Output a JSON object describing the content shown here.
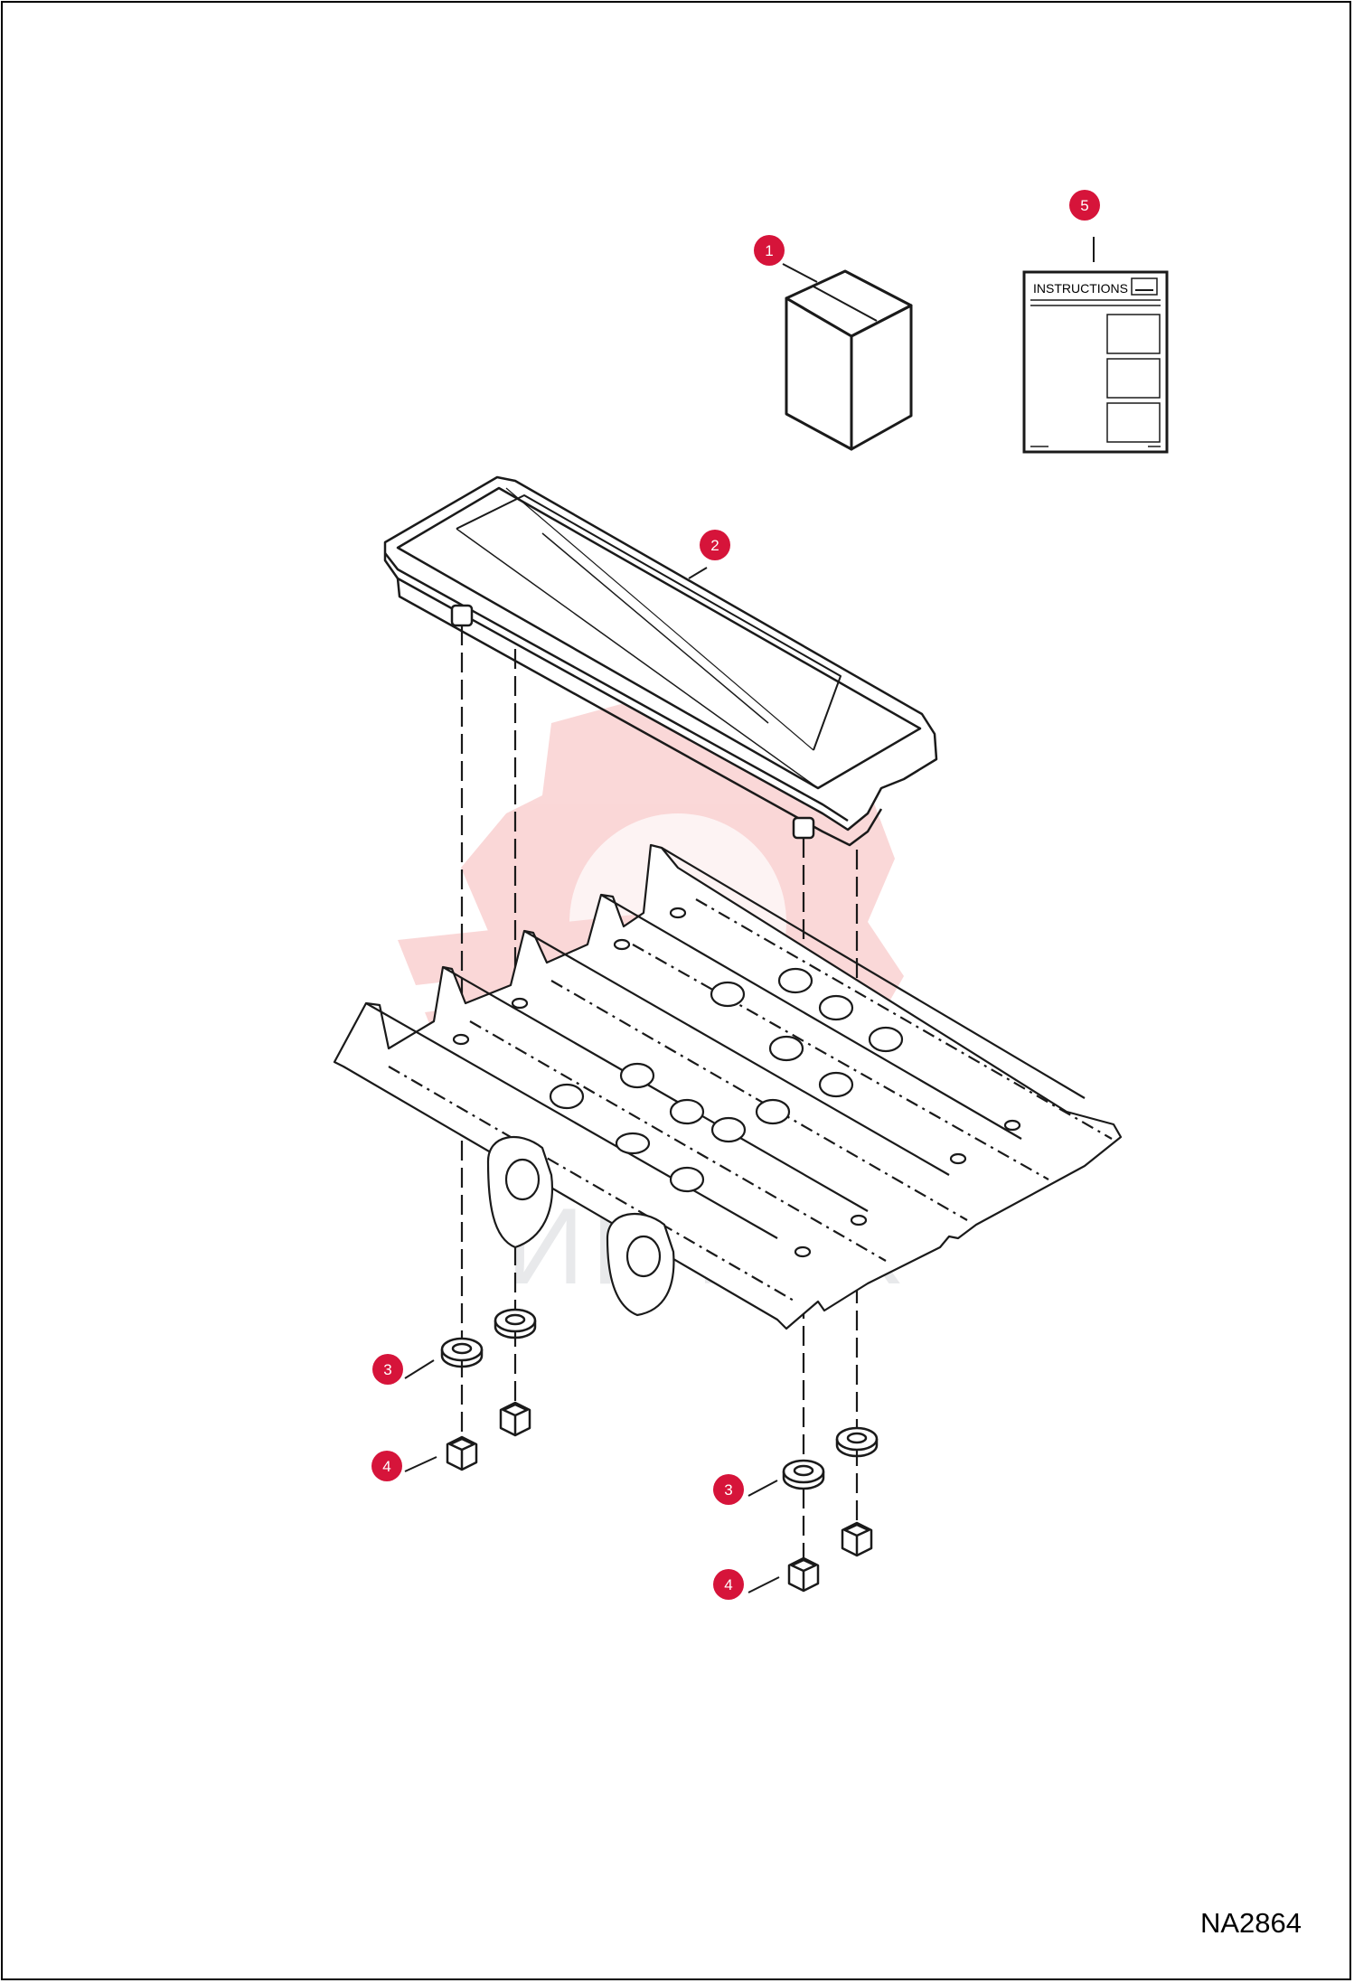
{
  "diagram": {
    "reference_code": "NA2864",
    "instructions_sheet": {
      "heading": "INSTRUCTIONS"
    },
    "watermark": {
      "text": "ИНТЕХ"
    },
    "colors": {
      "callout": "#d6143a",
      "watermark": "#f6b8b8",
      "line": "#1a1a1a"
    },
    "callouts": [
      {
        "label": "1",
        "part": "box"
      },
      {
        "label": "2",
        "part": "rubber-pad"
      },
      {
        "label": "3",
        "part": "washer-left"
      },
      {
        "label": "4",
        "part": "nut-left"
      },
      {
        "label": "3",
        "part": "washer-right"
      },
      {
        "label": "4",
        "part": "nut-right"
      },
      {
        "label": "5",
        "part": "instructions-sheet"
      }
    ]
  }
}
